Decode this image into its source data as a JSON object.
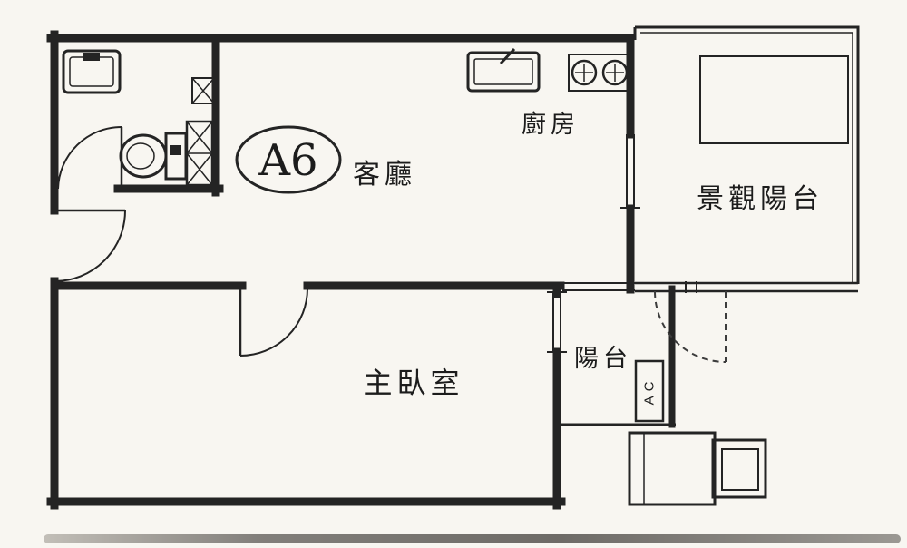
{
  "unit": {
    "label": "A6"
  },
  "rooms": {
    "living": {
      "label": "客廳"
    },
    "kitchen": {
      "label": "廚房"
    },
    "view_balcony": {
      "label": "景觀陽台"
    },
    "master_bedroom": {
      "label": "主臥室"
    },
    "balcony": {
      "label": "陽台"
    }
  },
  "equipment": {
    "ac_label": "AC"
  },
  "colors": {
    "line": "#242424",
    "paper": "#f8f6f1"
  }
}
